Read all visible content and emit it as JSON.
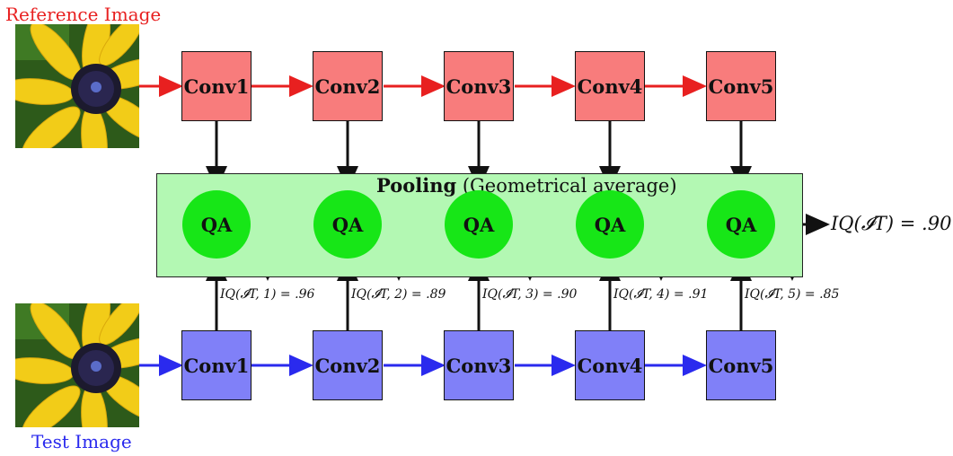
{
  "reference_label": "Reference Image",
  "test_label": "Test Image",
  "reference_layers": [
    "Conv1",
    "Conv2",
    "Conv3",
    "Conv4",
    "Conv5"
  ],
  "test_layers": [
    "Conv1",
    "Conv2",
    "Conv3",
    "Conv4",
    "Conv5"
  ],
  "qa_label": "QA",
  "pooling": {
    "title": "Pooling",
    "subtitle": "(Geometrical average)"
  },
  "layer_scores": [
    "IQ(𝓘T, 1) = .96",
    "IQ(𝓘T, 2) = .89",
    "IQ(𝓘T, 3) = .90",
    "IQ(𝓘T, 4) = .91",
    "IQ(𝓘T, 5) = .85"
  ],
  "final_score": "IQ(𝓘T) = .90",
  "colors": {
    "reference": "#e82020",
    "test": "#2a2aee",
    "ref_box": "#f87c7c",
    "test_box": "#8080f8",
    "pool_bg": "#b3f8b3",
    "qa": "#17e617"
  }
}
